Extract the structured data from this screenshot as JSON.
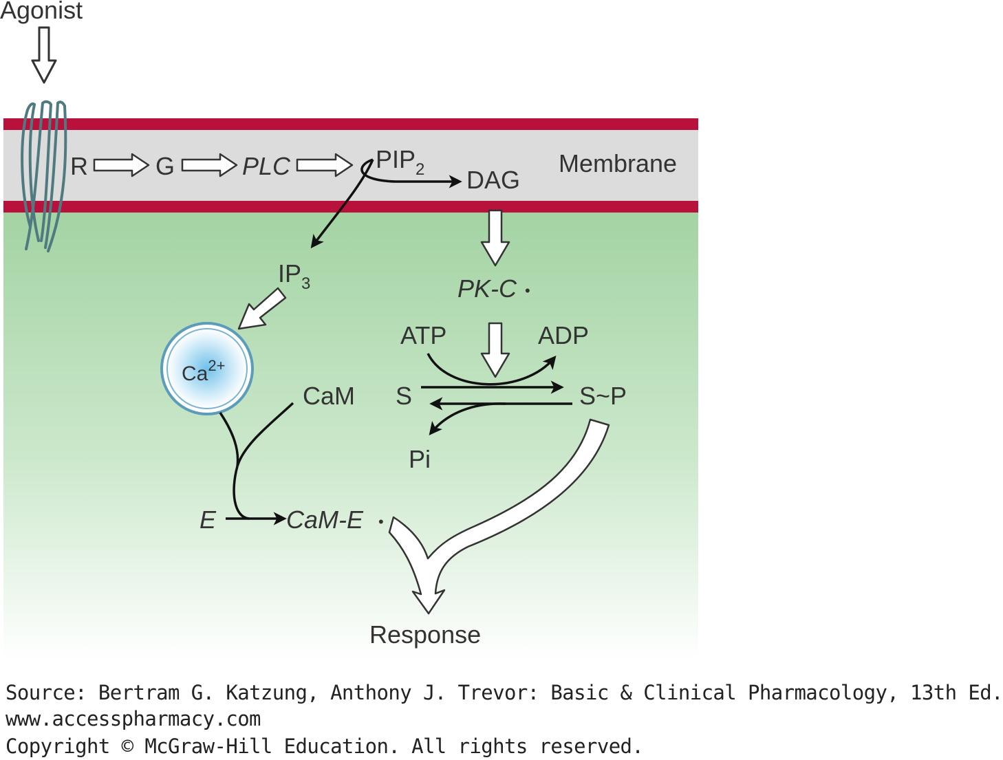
{
  "diagram": {
    "agonist": "Agonist",
    "membrane_label": "Membrane",
    "r": "R",
    "g": "G",
    "plc": "PLC",
    "pip": "PIP",
    "pip_sub": "2",
    "dag": "DAG",
    "ip": "IP",
    "ip_sub": "3",
    "ca": "Ca",
    "ca_sup": "2+",
    "pkc": "PK-C",
    "atp": "ATP",
    "adp": "ADP",
    "s": "S",
    "sp": "S~P",
    "pi": "Pi",
    "cam": "CaM",
    "e": "E",
    "came": "CaM-E",
    "response": "Response",
    "active_marker": "•"
  },
  "footer": {
    "source": "Source: Bertram G. Katzung, Anthony J. Trevor: Basic & Clinical Pharmacology, 13th Ed.",
    "url": "www.accesspharmacy.com",
    "copyright": "Copyright © McGraw-Hill Education. All rights reserved."
  },
  "colors": {
    "membrane_red": "#b8123c",
    "membrane_gray": "#dcdcdc",
    "cytoplasm_green": "#a9d6a9",
    "receptor": "#4f7a80",
    "vesicle_ring": "#5a9cba"
  }
}
